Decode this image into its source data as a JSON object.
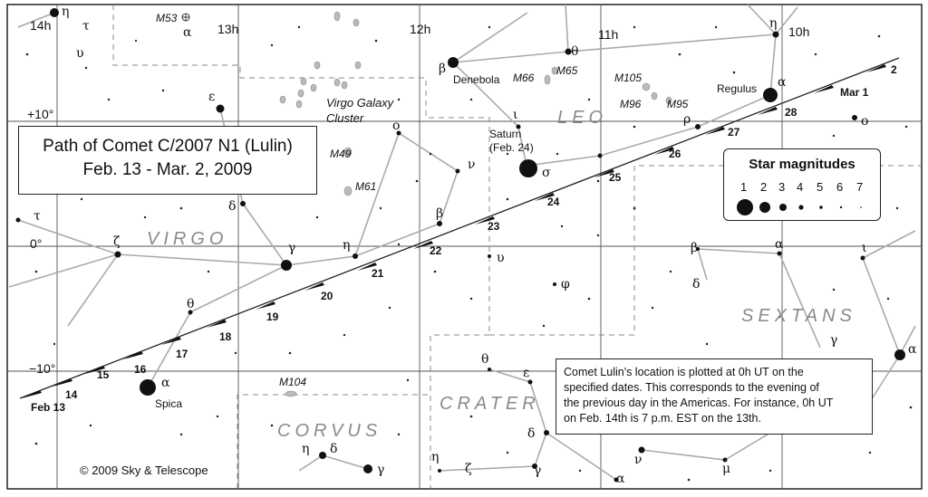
{
  "title": {
    "line1": "Path of Comet C/2007 N1 (Lulin)",
    "line2": "Feb. 13 - Mar. 2, 2009"
  },
  "ra_labels": [
    "14h",
    "13h",
    "12h",
    "11h",
    "10h"
  ],
  "dec_labels": [
    "+10°",
    "0°",
    "−10°"
  ],
  "constellations": [
    "VIRGO",
    "LEO",
    "SEXTANS",
    "CRATER",
    "CORVUS"
  ],
  "deep_sky": [
    "M53",
    "M49",
    "M61",
    "M66",
    "M65",
    "M105",
    "M96",
    "M95",
    "M104"
  ],
  "virgo_cluster": [
    "Virgo Galaxy",
    "Cluster"
  ],
  "named_stars": [
    "Denebola",
    "Regulus",
    "Spica"
  ],
  "saturn": [
    "Saturn",
    "(Feb. 24)"
  ],
  "comet_dates": [
    "Feb 13",
    "14",
    "15",
    "16",
    "17",
    "18",
    "19",
    "20",
    "21",
    "22",
    "23",
    "24",
    "25",
    "26",
    "27",
    "28",
    "Mar 1",
    "2"
  ],
  "magnitudes": {
    "title": "Star magnitudes",
    "values": [
      "1",
      "2",
      "3",
      "4",
      "5",
      "6",
      "7"
    ]
  },
  "note": [
    "Comet Lulin's location is plotted at 0h UT on the",
    "specified dates. This corresponds to the evening of",
    "the previous day in the Americas. For instance, 0h UT",
    "on Feb. 14th is 7 p.m. EST on the 13th."
  ],
  "copyright": "© 2009 Sky & Telescope"
}
